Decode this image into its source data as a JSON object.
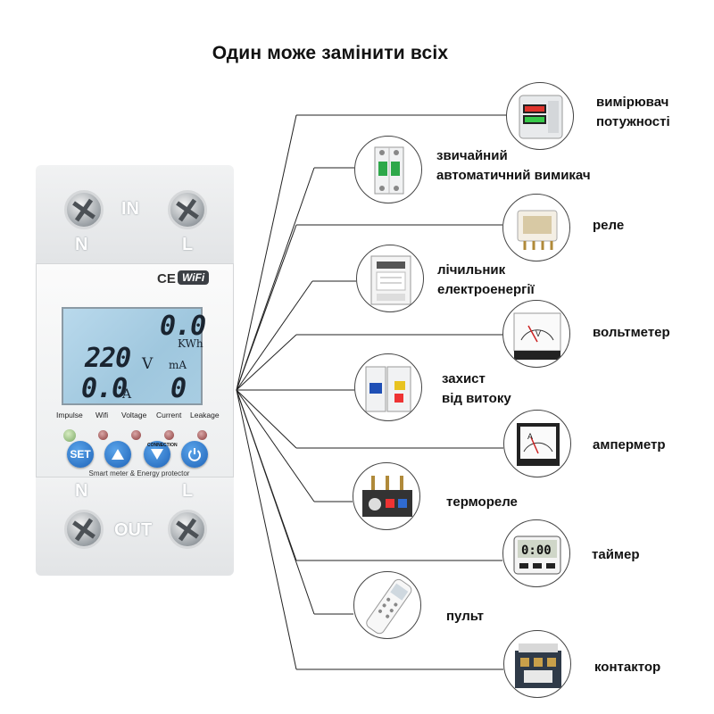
{
  "title": "Один може замінити всіх",
  "device": {
    "port_top": "IN",
    "port_bottom": "OUT",
    "terminal_left": "N",
    "terminal_right": "L",
    "ce_mark": "CE",
    "wifi_badge": "WiFi",
    "display": {
      "energy_value": "0.0",
      "energy_unit": "KWh",
      "voltage_value": "220",
      "voltage_unit": "V",
      "current_value": "0.0",
      "current_unit": "A",
      "leakage_value": "0",
      "leakage_unit": "mA"
    },
    "indicators": [
      "Impulse",
      "Wifi",
      "Voltage",
      "Current",
      "Leakage"
    ],
    "buttons": {
      "set_label": "SET",
      "connection_label": "CONNECTION"
    },
    "caption": "Smart meter & Energy protector"
  },
  "items": [
    {
      "key": "power-meter",
      "label_lines": [
        "вимірювач",
        "потужності"
      ]
    },
    {
      "key": "circuit-breaker",
      "label_lines": [
        "звичайний",
        "автоматичний вимикач"
      ]
    },
    {
      "key": "relay",
      "label_lines": [
        "реле"
      ]
    },
    {
      "key": "electricity-meter",
      "label_lines": [
        "лічильник",
        "електроенергії"
      ]
    },
    {
      "key": "voltmeter",
      "label_lines": [
        "вольтметер"
      ],
      "dial_letter": "V"
    },
    {
      "key": "leakage-protection",
      "label_lines": [
        "захист",
        "від витоку"
      ]
    },
    {
      "key": "ammeter",
      "label_lines": [
        "амперметр"
      ],
      "dial_letter": "A"
    },
    {
      "key": "thermal-relay",
      "label_lines": [
        "термореле"
      ]
    },
    {
      "key": "timer",
      "label_lines": [
        "таймер"
      ],
      "timer_display": "0:00"
    },
    {
      "key": "remote",
      "label_lines": [
        "пульт"
      ]
    },
    {
      "key": "contactor",
      "label_lines": [
        "контактор"
      ]
    }
  ]
}
